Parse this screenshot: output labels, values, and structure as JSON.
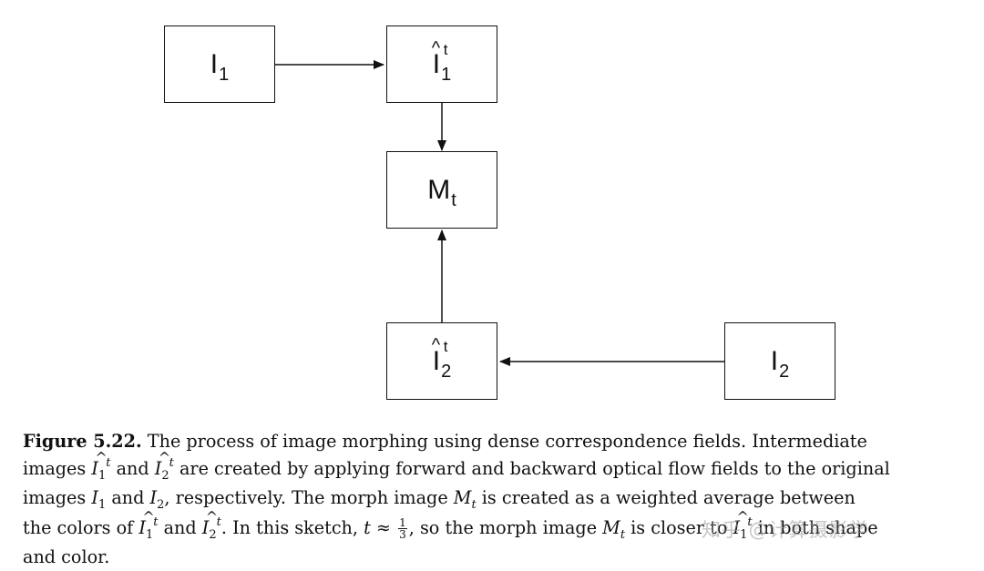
{
  "diagram": {
    "nodes": [
      {
        "id": "I1",
        "base": "I",
        "sub": "1",
        "sup": "",
        "hat": false
      },
      {
        "id": "I1hat",
        "base": "I",
        "sub": "1",
        "sup": "t",
        "hat": true
      },
      {
        "id": "Mt",
        "base": "M",
        "sub": "t",
        "sup": "",
        "hat": false
      },
      {
        "id": "I2hat",
        "base": "I",
        "sub": "2",
        "sup": "t",
        "hat": true
      },
      {
        "id": "I2",
        "base": "I",
        "sub": "2",
        "sup": "",
        "hat": false
      }
    ],
    "edges": [
      {
        "from": "I1",
        "to": "I1hat"
      },
      {
        "from": "I1hat",
        "to": "Mt"
      },
      {
        "from": "I2hat",
        "to": "Mt"
      },
      {
        "from": "I2",
        "to": "I2hat"
      }
    ]
  },
  "caption": {
    "figure_label": "Figure 5.22.",
    "line1_a": " The process of image morphing using dense correspondence fields. Intermediate",
    "line2_a": "images ",
    "line2_b": " and ",
    "line2_c": " are created by applying forward and backward optical flow fields to the original",
    "line3_a": "images ",
    "line3_b": " and ",
    "line3_c": ", respectively. The morph image ",
    "line3_d": " is created as a weighted average between",
    "line4_a": "the colors of ",
    "line4_b": " and ",
    "line4_c": ". In this sketch, ",
    "line4_d": ", so the morph image ",
    "line4_e": " is closer to ",
    "line4_f": " in both shape",
    "line5_a": "and color.",
    "t_approx": "t ≈",
    "frac_num": "1",
    "frac_den": "3"
  },
  "watermark": "知乎 @计算摄影学"
}
